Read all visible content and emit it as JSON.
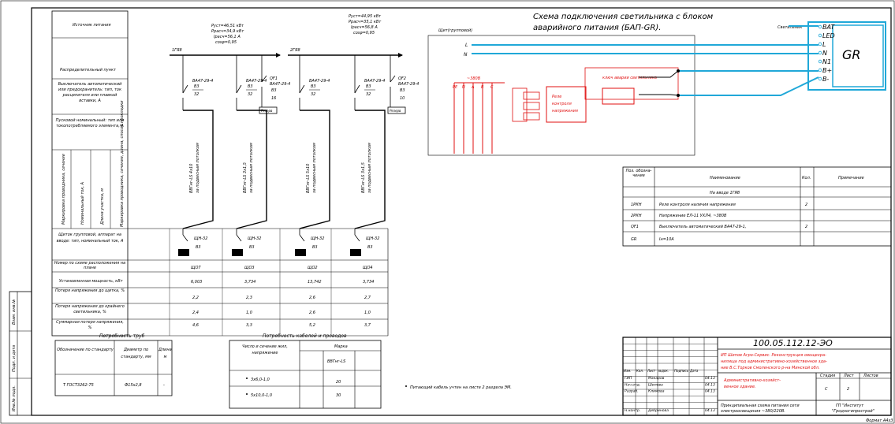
{
  "left_table": {
    "source_label": "Источник питания",
    "distribution_label": "Распределительный пункт",
    "incoming_device_label": "Выключатель автоматический или предохранитель: тип, ток расцепителя или плавкой вставки, А",
    "rated_current_label": "Пусковой номинальный: тип или токопотребляемого элемента, А",
    "network_label": "Маркировка проводника, сечение, длина, способ прокладки",
    "device_label": "Щиток групповой, аппарат на вводе: тип, номинальный ток, А",
    "line_number_label": "Номер по схеме расположения на плане",
    "power_label": "Установленная мощность, кВт",
    "voltage_loss_label": "Потеря напряжения до щитка, %",
    "loss_factor_label": "Потеря напряжения до крайнего светильника, %",
    "total_loss_label": "Суммарная потеря напряжения, %",
    "vert_label_1": "Маркировка проводника, сечение",
    "vert_label_2": "Номинальный ток, А",
    "vert_label_3": "Длина участка, м"
  },
  "supplies": [
    {
      "bus": "1ГЯ8",
      "params": [
        "Руст=46,51 кВт",
        "Ррасч=34,9 кВт",
        "Iрасч=56,1 А",
        "cosφ=0,95"
      ]
    },
    {
      "bus": "2ГЯ8",
      "params": [
        "Руст=44,95 кВт",
        "Ррасч=35,1 кВт",
        "Iрасч=56,8 А",
        "cosφ=0,95"
      ]
    }
  ],
  "groups": [
    {
      "breaker": "ВА47-29-4",
      "type": "B3",
      "rating": "32",
      "cable_1": "ВВГнг-LS 4х10",
      "cable_2": "за подвесным потолком",
      "panel": "ЩН-32",
      "panel_breaker": "B3",
      "number": "ЩО7",
      "power": "6,003",
      "loss_panel": "2,2",
      "loss_end": "2,4",
      "total": "4,6"
    },
    {
      "breaker": "ВА47-29-4",
      "type": "B3",
      "rating": "32",
      "cable_1": "ВВГнг-LS 3х1,5",
      "cable_2": "за подвесным потолком",
      "panel": "ЩН-32",
      "panel_breaker": "B3",
      "number": "ЩО3",
      "power": "3,734",
      "loss_panel": "2,3",
      "loss_end": "1,0",
      "total": "3,3"
    },
    {
      "breaker": "ВА47-29-4",
      "type": "B3",
      "rating": "32",
      "cable_1": "ВВГнг-LS 5х10",
      "cable_2": "за подвесным потолком",
      "panel": "ЩН-32",
      "panel_breaker": "B3",
      "number": "ЩО2",
      "power": "13,742",
      "loss_panel": "2,6",
      "loss_end": "2,6",
      "total": "5,2"
    },
    {
      "breaker": "ВА47-29-4",
      "type": "B3",
      "rating": "32",
      "cable_1": "ВВГнг-LS 3х1,5",
      "cable_2": "за подвесным потолком",
      "panel": "ЩН-32",
      "panel_breaker": "B3",
      "number": "ЩО4",
      "power": "3,734",
      "loss_panel": "2,7",
      "loss_end": "1,0",
      "total": "3,7"
    }
  ],
  "spares": [
    {
      "name": "QF1",
      "breaker": "ВА47-29-4",
      "type": "B3",
      "rating": "16",
      "tag": "Резерв"
    },
    {
      "name": "QF2",
      "breaker": "ВА47-29-4",
      "type": "B3",
      "rating": "10",
      "tag": "Резерв"
    }
  ],
  "pipes_table": {
    "title": "Потребность труб",
    "headers": [
      "Обозначение по стандарту",
      "Диаметр по стандарту, мм",
      "Длина, м"
    ],
    "rows": [
      [
        "Т ГОСТ3262-75",
        "Ф15х2,8",
        "-"
      ]
    ]
  },
  "cables_table": {
    "title": "Потребность кабелей и проводов",
    "col1": "Число и сечение жил, напряжение",
    "col_mark": "Марка",
    "col_sub": "ВВГнг-LS",
    "rows": [
      [
        "3х6,0-1,0",
        "20"
      ],
      [
        "5х10,0-1,0",
        "30"
      ]
    ]
  },
  "note": "Питающий кабель учтен на листе 2 раздела ЭМ.",
  "emergency": {
    "title_1": "Схема подключения светильника с блоком",
    "title_2": "аварийного питания (БАП-GR).",
    "network_label": "Щит(групповой)",
    "lamp_label": "Светильник",
    "line_L": "L",
    "line_N": "N",
    "block_label": "GR",
    "terminals": [
      "BAT",
      "LED",
      "L",
      "N",
      "N1",
      "B+",
      "B-"
    ],
    "relay_text": [
      "Реле",
      "контроля",
      "напряжения"
    ],
    "voltage_label": "~380В",
    "phases": [
      "PE",
      "N",
      "A",
      "B",
      "C"
    ],
    "key_label": "ключ аварии светильника"
  },
  "spec_table": {
    "headers": [
      "Поз. обозна-чение",
      "Наименование",
      "Кол.",
      "Примечание"
    ],
    "section": "На вводе 1ГЯ8",
    "rows": [
      [
        "1РКН",
        "Реле контроля наличия напряжения",
        "2",
        ""
      ],
      [
        "2РКН",
        "Напряжение ЕЛ-11 УХЛ4, ~380В",
        "",
        ""
      ],
      [
        "QF1",
        "Выключатель автоматический ВА47-29-1,",
        "2",
        ""
      ],
      [
        "GR",
        "Iн=10А",
        "",
        ""
      ]
    ]
  },
  "stamp": {
    "code": "100.05.112.12-ЭО",
    "project_1": "ИП Шипов Агро-Сервис. Реконструкция овощехра-",
    "project_2": "нилища под административно-хозяйственное зда-",
    "project_3": "ние В.С.Торков Смоленского р-на Минской обл.",
    "building_1": "Административно-хозяйст-",
    "building_2": "венное здание.",
    "sheet_title_1": "Принципиальная схема питания сети",
    "sheet_title_2": "электроосвещения ~380/220В.",
    "stage_label": "Стадия",
    "sheet_label": "Лист",
    "sheets_label": "Листов",
    "stage": "С",
    "sheet": "2",
    "org_1": "ГП \"Институт",
    "org_2": "\"Гродногипрострой\"",
    "head_cols": [
      "Изм.",
      "Кол.",
      "Лист",
      "№док.",
      "Подпись",
      "Дата"
    ],
    "people": [
      [
        "ГИП",
        "Макаров",
        "04.13"
      ],
      [
        "Нач.отд.",
        "Шилова",
        "04.13"
      ],
      [
        "Разраб.",
        "Климова",
        "04.13"
      ],
      [
        "Н.контр.",
        "Дебринова",
        "04.13"
      ]
    ],
    "format": "Формат А4х3"
  },
  "side_stamp": [
    "Взам. инв.№",
    "Подп. и дата",
    "Инв.№ подл."
  ]
}
